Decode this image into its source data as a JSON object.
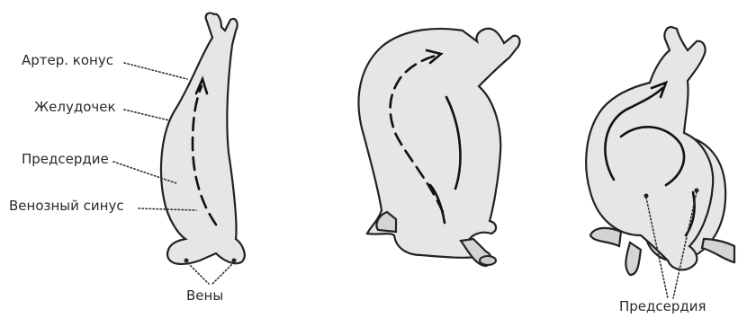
{
  "labels": {
    "conus": "Артер. конус",
    "ventricle": "Желудочек",
    "atrium": "Предсердие",
    "sinus": "Венозный синус",
    "veins": "Вены",
    "atria": "Предсердия"
  },
  "stages": [
    "straight-tube",
    "looped-tube",
    "folded-heart"
  ],
  "colors": {
    "tissue": "#e6e6e6",
    "outline": "#222222",
    "text": "#2a2a2a"
  }
}
